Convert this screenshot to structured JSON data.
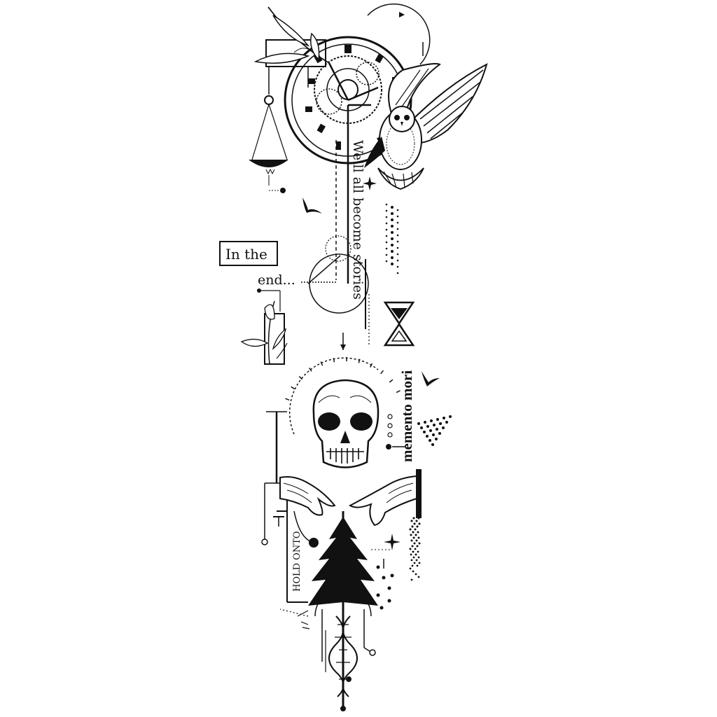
{
  "texts": {
    "in_the": "In the",
    "end": "end...",
    "stories": "We'll all become stories",
    "memento": "memento mori",
    "hold_onto": "HOLD ONTO"
  },
  "icons": [
    "clock-icon",
    "owl-icon",
    "scales-icon",
    "leaf-branch-icon",
    "bird-icon",
    "hourglass-icon",
    "skull-icon",
    "hand-icon",
    "pine-tree-icon",
    "dna-helix-icon",
    "sparkle-star-icon"
  ],
  "colors": {
    "ink": "#111111",
    "paper": "#ffffff"
  }
}
